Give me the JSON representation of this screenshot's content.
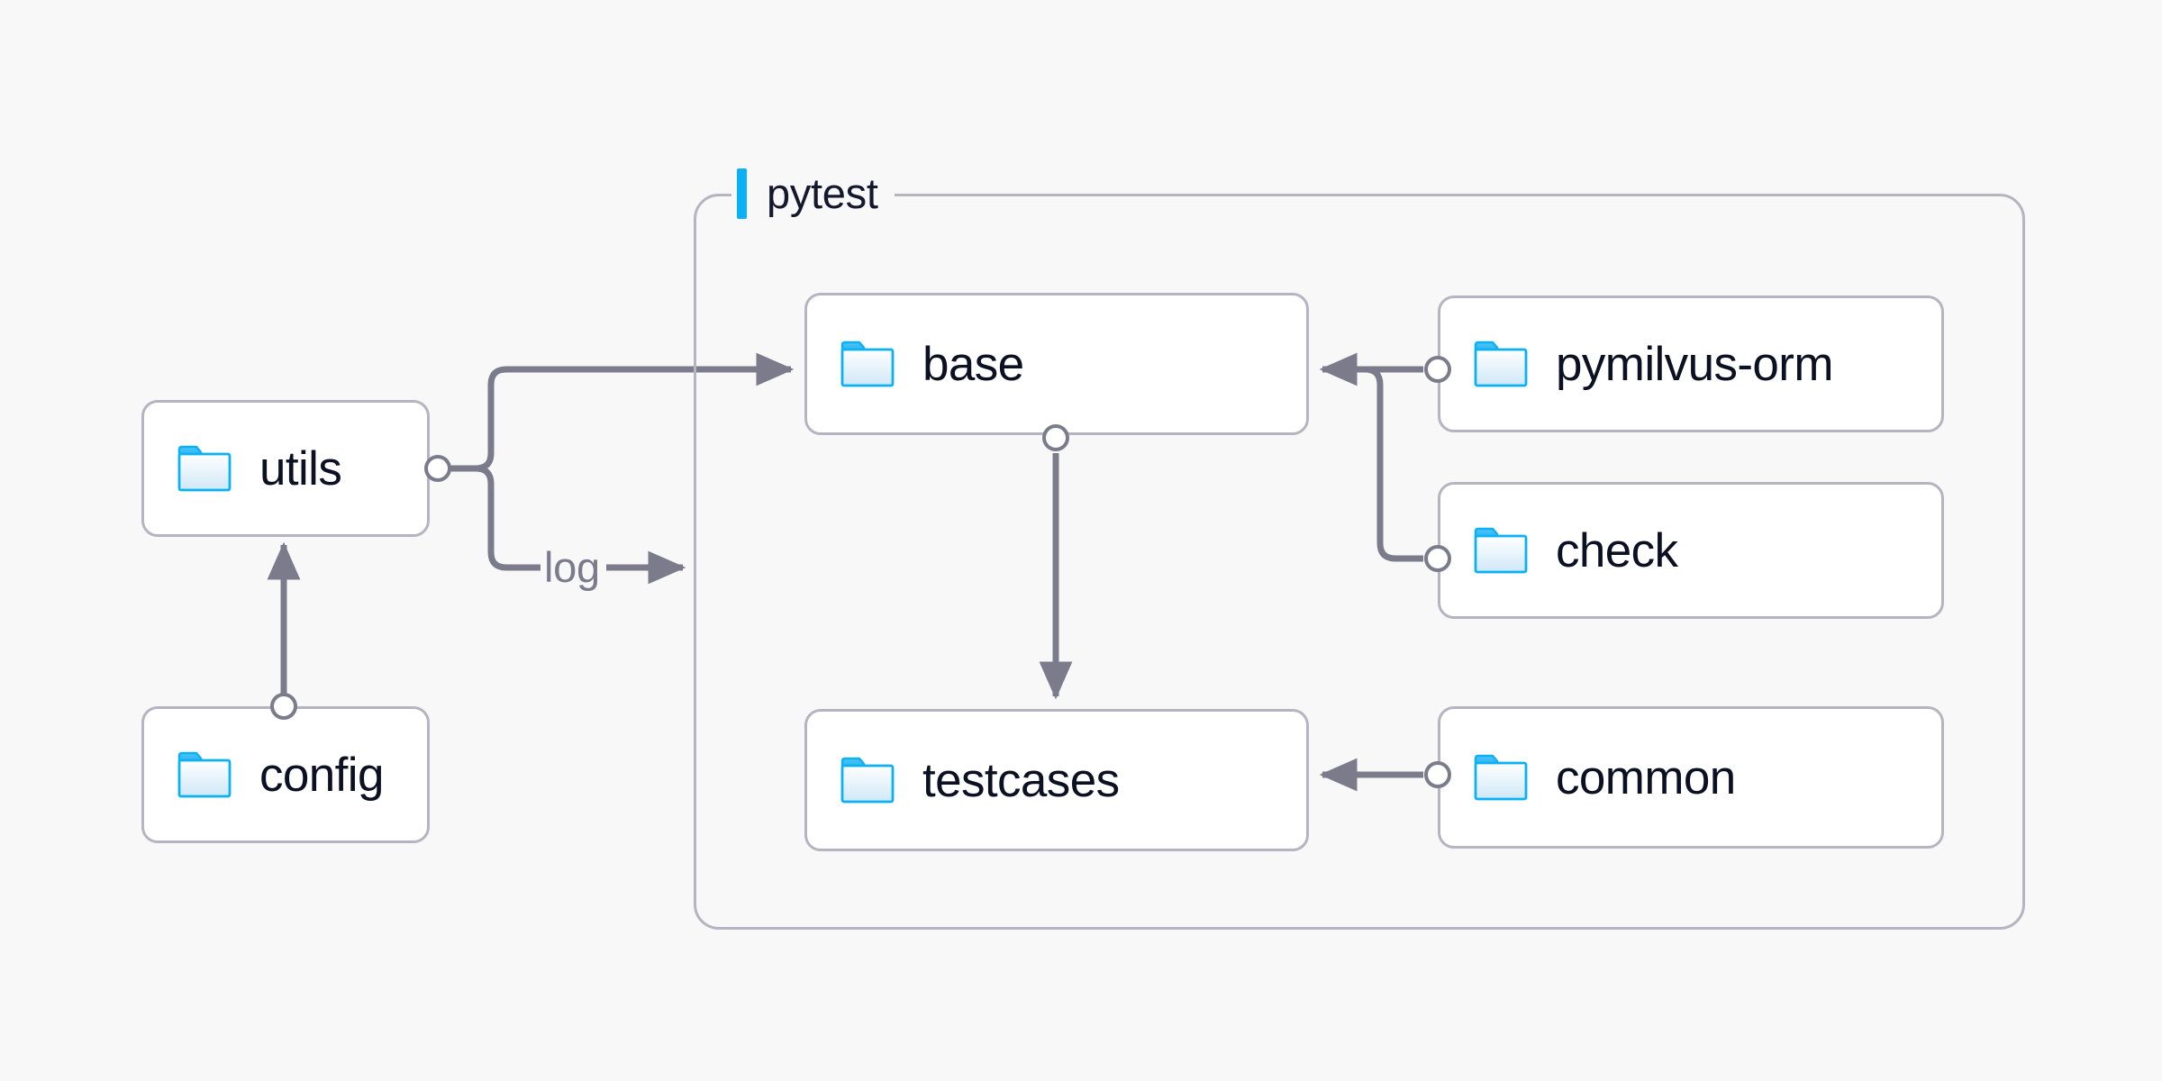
{
  "canvas": {
    "background": "#f8f8f8",
    "edge_color": "#7b7b8b",
    "node_border_color": "#b6b4c1",
    "node_fill": "#ffffff",
    "accent_color": "#0cb1f5",
    "label_color": "#0b1022"
  },
  "group": {
    "title": "pytest",
    "accent_icon": "vertical-bar-accent"
  },
  "nodes": [
    {
      "id": "utils",
      "label": "utils",
      "icon": "folder-icon"
    },
    {
      "id": "config",
      "label": "config",
      "icon": "folder-icon"
    },
    {
      "id": "base",
      "label": "base",
      "icon": "folder-icon"
    },
    {
      "id": "testcases",
      "label": "testcases",
      "icon": "folder-icon"
    },
    {
      "id": "pymilvus-orm",
      "label": "pymilvus-orm",
      "icon": "folder-icon"
    },
    {
      "id": "check",
      "label": "check",
      "icon": "folder-icon"
    },
    {
      "id": "common",
      "label": "common",
      "icon": "folder-icon"
    }
  ],
  "edges": [
    {
      "id": "utils-to-base",
      "from": "utils",
      "to": "base",
      "label": ""
    },
    {
      "id": "utils-to-log",
      "from": "utils",
      "to": "pytest",
      "label": "log"
    },
    {
      "id": "config-to-utils",
      "from": "config",
      "to": "utils",
      "label": ""
    },
    {
      "id": "base-to-testcases",
      "from": "base",
      "to": "testcases",
      "label": ""
    },
    {
      "id": "pymilvus-orm-to-base",
      "from": "pymilvus-orm",
      "to": "base",
      "label": ""
    },
    {
      "id": "check-to-base",
      "from": "check",
      "to": "base",
      "label": ""
    },
    {
      "id": "common-to-testcases",
      "from": "common",
      "to": "testcases",
      "label": ""
    }
  ],
  "edge_labels": {
    "log": "log"
  }
}
